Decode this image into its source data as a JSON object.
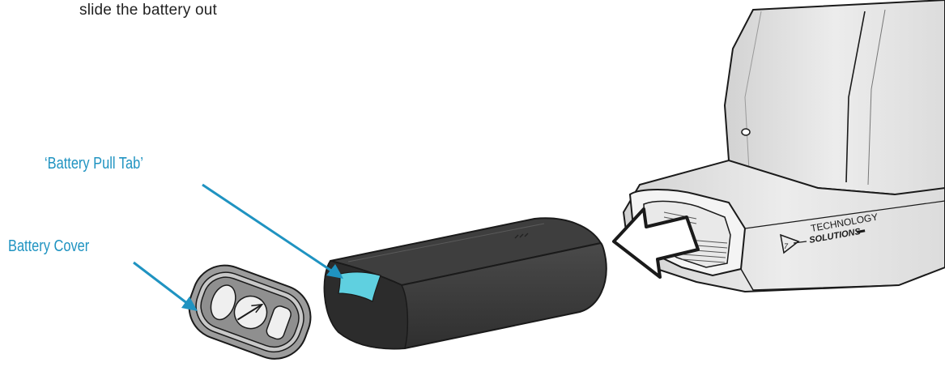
{
  "instruction": {
    "text": "slide the battery out"
  },
  "callouts": {
    "battery_pull_tab": "‘Battery Pull Tab’",
    "battery_cover": "Battery Cover"
  },
  "device": {
    "brand_line1": "TECHNOLOGY",
    "brand_line2": "SOLUTIONS"
  },
  "colors": {
    "callout": "#1f93c1",
    "pull_tab": "#5fd0e0",
    "battery": "#3a3a3a",
    "device_body": "#e6e6e6",
    "outline": "#1a1a1a"
  },
  "icons": {
    "arrow": "insert-direction-arrow-icon",
    "logo": "technology-solutions-logo"
  }
}
